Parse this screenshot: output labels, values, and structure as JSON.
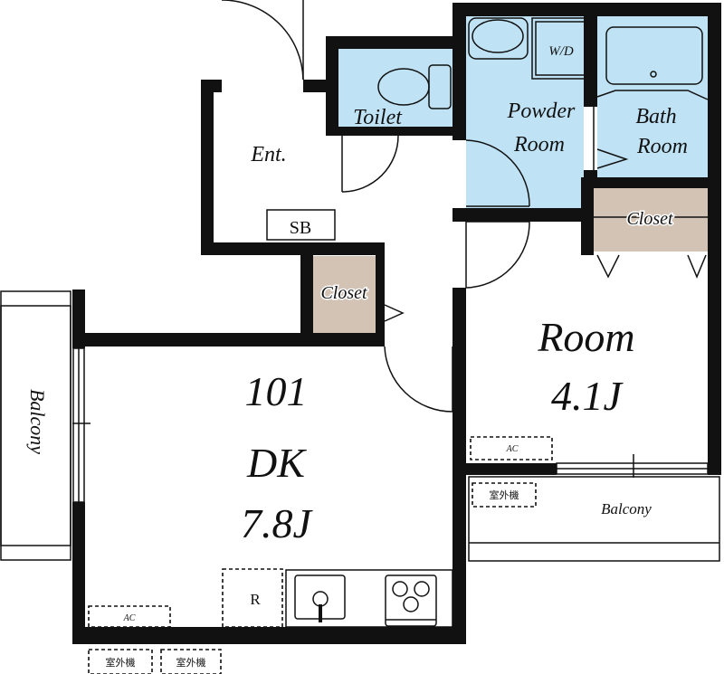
{
  "plan": {
    "unit_number": "101",
    "rooms": {
      "entrance": "Ent.",
      "shoe_box": "SB",
      "toilet": "Toilet",
      "powder_room_1": "Powder",
      "powder_room_2": "Room",
      "washer_dryer": "W/D",
      "bath_1": "Bath",
      "bath_2": "Room",
      "closet_center": "Closet",
      "closet_right": "Closet",
      "room_name": "Room",
      "room_size": "4.1J",
      "dk_name": "DK",
      "dk_size": "7.8J",
      "balcony_left": "Balcony",
      "balcony_right": "Balcony"
    },
    "fixtures": {
      "ac_room": "AC",
      "ac_dk": "AC",
      "outdoor_unit_1": "室外機",
      "outdoor_unit_2": "室外機",
      "outdoor_unit_3": "室外機",
      "refrigerator": "R"
    },
    "colors": {
      "wet_area": "#bfe3f5",
      "closet": "#d3c3b4",
      "wall": "#111111"
    }
  }
}
